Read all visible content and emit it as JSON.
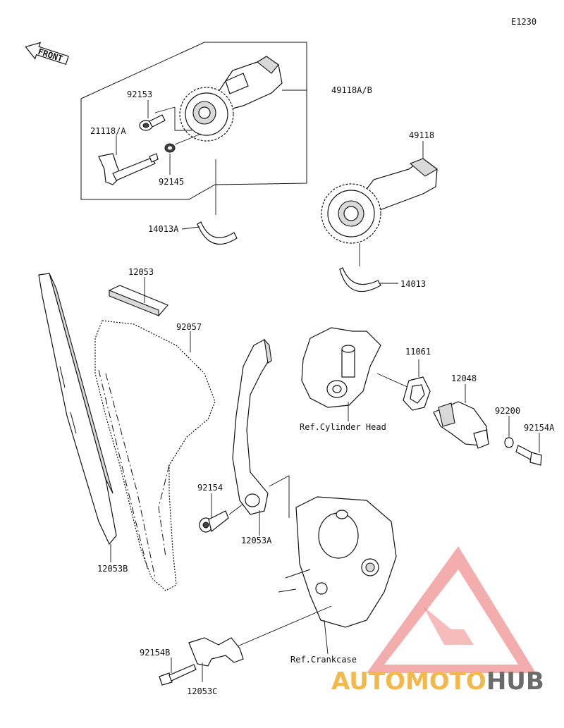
{
  "diagram_code": "E1230",
  "front_arrow_label": "FRONT",
  "parts": {
    "p49118ab": "49118A/B",
    "p92153": "92153",
    "p21118a": "21118/A",
    "p92145": "92145",
    "p14013a": "14013A",
    "p49118": "49118",
    "p14013": "14013",
    "p12053": "12053",
    "p92057": "92057",
    "p11061": "11061",
    "p12048": "12048",
    "p92200": "92200",
    "p92154a": "92154A",
    "p92154": "92154",
    "p12053a": "12053A",
    "p12053b": "12053B",
    "p92154b": "92154B",
    "p12053c": "12053C"
  },
  "refs": {
    "cylinder_head": "Ref.Cylinder Head",
    "crankcase": "Ref.Crankcase"
  },
  "watermark": {
    "part1": "AUTOMOTO",
    "part2": "HUB",
    "color1": "#f3b84a",
    "color2": "#6b6b6b",
    "triangle_color": "#e8514f"
  }
}
